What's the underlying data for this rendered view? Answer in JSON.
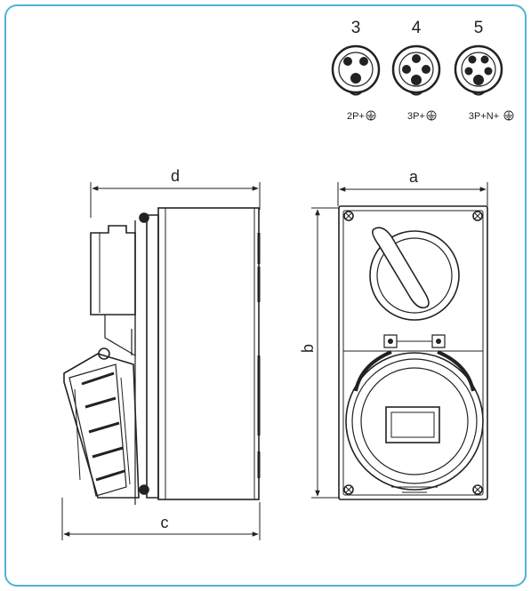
{
  "plugs": [
    {
      "number": "3",
      "label": "2P+",
      "pins": 3
    },
    {
      "number": "4",
      "label": "3P+",
      "pins": 4
    },
    {
      "number": "5",
      "label": "3P+N+",
      "pins": 5
    }
  ],
  "dimensions": {
    "a": "a",
    "b": "b",
    "c": "c",
    "d": "d"
  },
  "colors": {
    "border": "#4fb3d6",
    "line": "#222222"
  }
}
